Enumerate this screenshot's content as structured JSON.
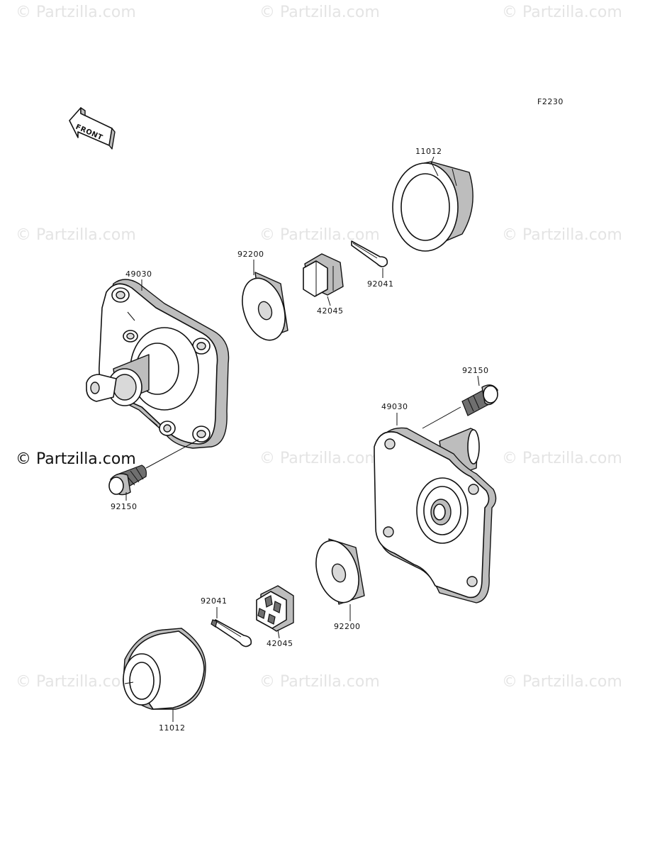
{
  "figure_code": "F2230",
  "front_arrow_label": "FRONT",
  "watermark": "© Partzilla.com",
  "watermark_main": "© Partzilla.com",
  "colors": {
    "ink": "#111111",
    "shade": "#bdbdbd",
    "watermark": "#e4e4e4"
  },
  "parts": {
    "cap_top": "11012",
    "cap_bottom": "11012",
    "hub_left": "49030",
    "hub_right": "49030",
    "washer_top": "92200",
    "washer_bottom": "92200",
    "nut_top": "42045",
    "nut_bottom": "42045",
    "pin_top": "92041",
    "pin_bottom": "92041",
    "bolt_left": "92150",
    "bolt_right": "92150"
  }
}
